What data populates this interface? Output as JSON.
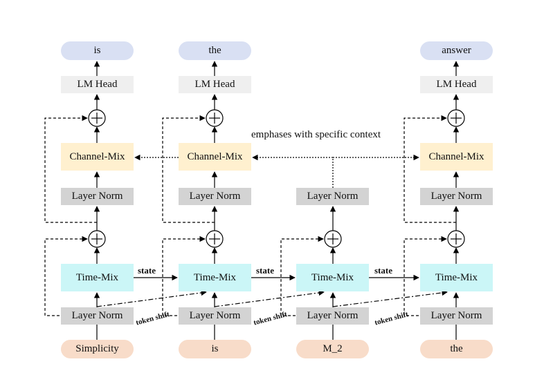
{
  "columns": [
    {
      "input": "Simplicity",
      "output": "is",
      "lm_head": "LM Head",
      "channel_mix": "Channel-Mix",
      "layer_norm_top": "Layer Norm",
      "time_mix": "Time-Mix",
      "layer_norm_bottom": "Layer Norm"
    },
    {
      "input": "is",
      "output": "the",
      "lm_head": "LM Head",
      "channel_mix": "Channel-Mix",
      "layer_norm_top": "Layer Norm",
      "time_mix": "Time-Mix",
      "layer_norm_bottom": "Layer Norm"
    },
    {
      "input": "M_2",
      "output": "",
      "lm_head": "",
      "channel_mix": "",
      "layer_norm_top": "Layer Norm",
      "time_mix": "Time-Mix",
      "layer_norm_bottom": "Layer Norm"
    },
    {
      "input": "the",
      "output": "answer",
      "lm_head": "LM Head",
      "channel_mix": "Channel-Mix",
      "layer_norm_top": "Layer Norm",
      "time_mix": "Time-Mix",
      "layer_norm_bottom": "Layer Norm"
    }
  ],
  "labels": {
    "state": "state",
    "token_shift": "token shift",
    "annotation": "emphases with specific context"
  },
  "colors": {
    "output_token": "#d9e0f3",
    "input_token": "#f8dcc9",
    "lm_head": "#efefef",
    "layer_norm": "#d3d3d3",
    "channel_mix": "#fff0cf",
    "time_mix": "#cbf6f7"
  }
}
